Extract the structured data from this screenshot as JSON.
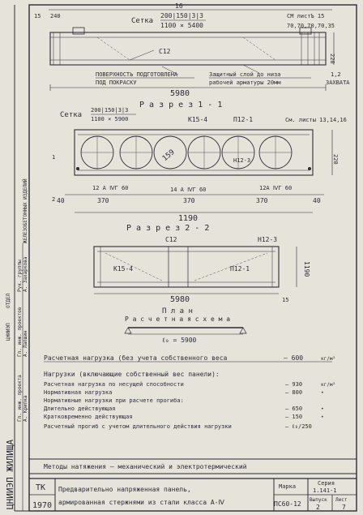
{
  "top_dim": "16",
  "elevation": {
    "mesh_label": "Сетка",
    "mesh_spec_a": "200|150|3|3",
    "mesh_spec_b": "1100 × 5400",
    "sheets_note": "СМ листЪ 15",
    "spacing_left": "15",
    "spacing_left_b": "240",
    "spacing_right": "70,70,70,70,35",
    "bar_label": "С12",
    "surface_note_1": "ПОВЕРХНОСТЬ ПОДГОТОВЛЕНА",
    "surface_note_2": "ПОД ПОКРАСКУ",
    "cover_note_1": "Защитный слой до низа",
    "cover_note_2": "рабочей арматуры 20мм",
    "dim_total": "5980",
    "grip_dim": "1,2",
    "grip_label": "ЗАХВАТА",
    "height_dim": "220"
  },
  "section1": {
    "title": "Р а з р е з 1 - 1",
    "mesh_label": "Сетка",
    "mesh_spec_a": "200|150|3|3",
    "mesh_spec_b": "1100 × 5900",
    "k_label": "К15-4",
    "p_label": "П12-1",
    "sheets_note": "См. листы 13,14,16",
    "void_dim": "159",
    "n_label": "Н12-3",
    "rebar_left": "12 А ⅣГ 60",
    "rebar_mid": "14 А ⅣГ 60",
    "rebar_right": "12А ⅣГ 60",
    "dim_40a": "40",
    "dim_370a": "370",
    "dim_370b": "370",
    "dim_370c": "370",
    "dim_40b": "40",
    "dim_total": "1190",
    "height_dim": "220",
    "marker_1": "1",
    "marker_2": "2"
  },
  "section2": {
    "title": "Р а з р е з 2 - 2",
    "c_label": "С12",
    "n_label": "Н12-3",
    "k_label": "К15-4",
    "p_label": "П12-1",
    "dim_total": "5980",
    "dim_15": "15",
    "height_dim": "1190"
  },
  "plan": {
    "title": "П л а н",
    "scheme_title": "Р а с ч е т н а я   с х е м а",
    "span_label": "ℓ₀ = 5900"
  },
  "loads": {
    "design_load_label": "Расчетная нагрузка (без учета собственного веса",
    "design_load_value": "— 600",
    "design_load_unit": "кг/м²",
    "header": "Нагрузки (включающие собственный вес панели):",
    "rows": [
      {
        "label": "Расчетная нагрузка по несущей способности",
        "value": "— 930",
        "unit": "кг/м²"
      },
      {
        "label": "Нормативная нагрузка",
        "value": "— 800",
        "unit": "•"
      },
      {
        "label": "Нормативные нагрузки при расчете прогиба:",
        "value": "",
        "unit": ""
      },
      {
        "label": "Длительно действующая",
        "value": "— 650",
        "unit": "•"
      },
      {
        "label": "Кратковременно действующая",
        "value": "— 150",
        "unit": "•"
      },
      {
        "label": "Расчетный прогиб с учетом длительного действия нагрузки",
        "value": "— ℓ₀/250",
        "unit": ""
      }
    ]
  },
  "method": "Методы натяжения — механический и электротермический",
  "title_block": {
    "org": "ТК",
    "year": "1970",
    "title_1": "Предварительно напряженная панель,",
    "title_2": "армированная стержнями из стали класса А-Ⅳ",
    "mark_label": "Марка",
    "mark_value": "ПС60-12",
    "series_label": "Серия",
    "series_value": "1.141-1",
    "issue_label": "Выпуск",
    "issue_value": "2",
    "sheet_label": "Лист",
    "sheet_value": "7"
  },
  "side_text": {
    "s1": "ЦНИИЭП ЖИЛИЩА",
    "s2": "ЦНИИЭП",
    "s3": "Гл. инж. проекта",
    "s4": "Гл. инж. проектов",
    "s5": "Рук. группы",
    "s6": "А. Крипка",
    "s7": "А. Лапшин",
    "s8": "А. Захаркова",
    "s9": "ОТДЕЛ",
    "s10": "ЖЕЛЕЗОБЕТОННЫХ ИЗДЕЛИЙ"
  }
}
